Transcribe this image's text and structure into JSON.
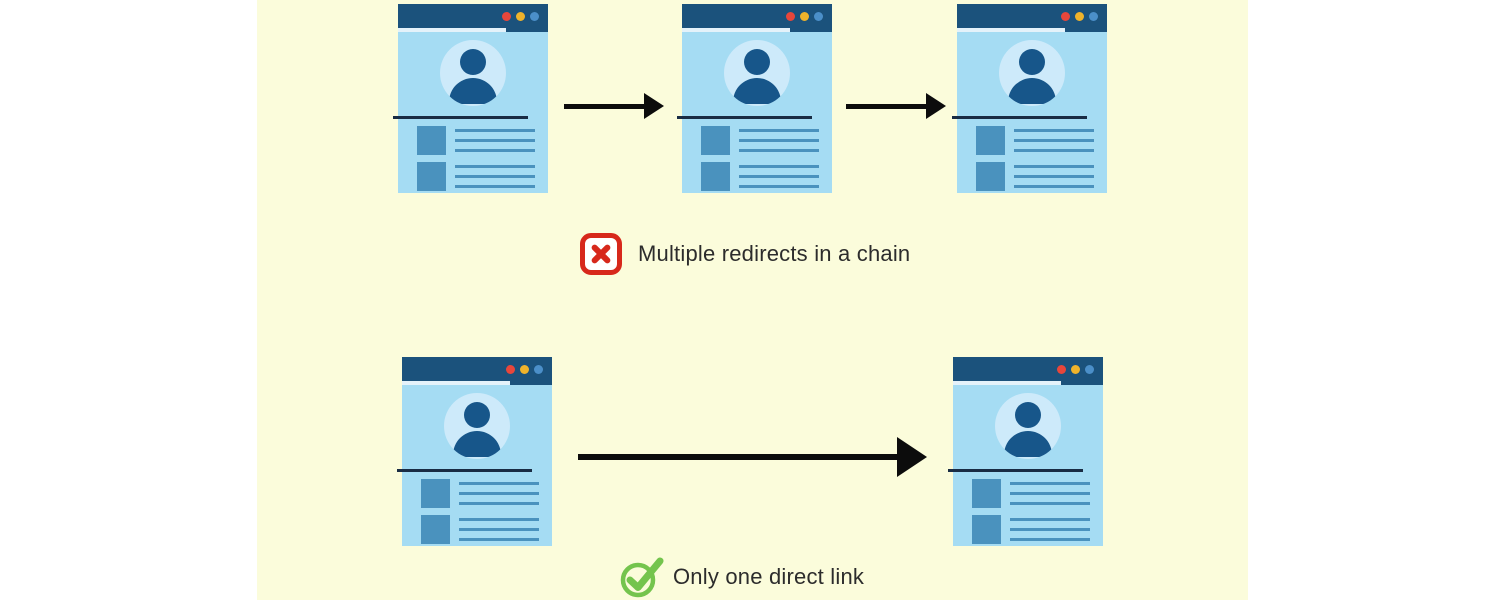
{
  "diagram": {
    "top_flow": {
      "caption": "Multiple redirects in a chain",
      "status_icon": "x-mark-icon",
      "browser_card_count": 3,
      "arrow_count": 2
    },
    "bottom_flow": {
      "caption": "Only one direct link",
      "status_icon": "check-mark-icon",
      "browser_card_count": 2,
      "arrow_count": 1
    }
  },
  "colors": {
    "page_bg": "#ffffff",
    "band_bg": "#fbfcdb",
    "window_header": "#1b527c",
    "tab_strip": "#e4f2fa",
    "window_body": "#a5dcf3",
    "avatar_bg": "#cdeafa",
    "person": "#17568a",
    "accent_blue": "#4a92be",
    "divider": "#192c44",
    "dot_red": "#e8463b",
    "dot_yellow": "#efb32b",
    "dot_blue": "#4b8fc9",
    "x_red": "#d7281b",
    "check_green": "#74c44d",
    "arrow": "#0c0c0c",
    "text": "#2c2c2c"
  }
}
